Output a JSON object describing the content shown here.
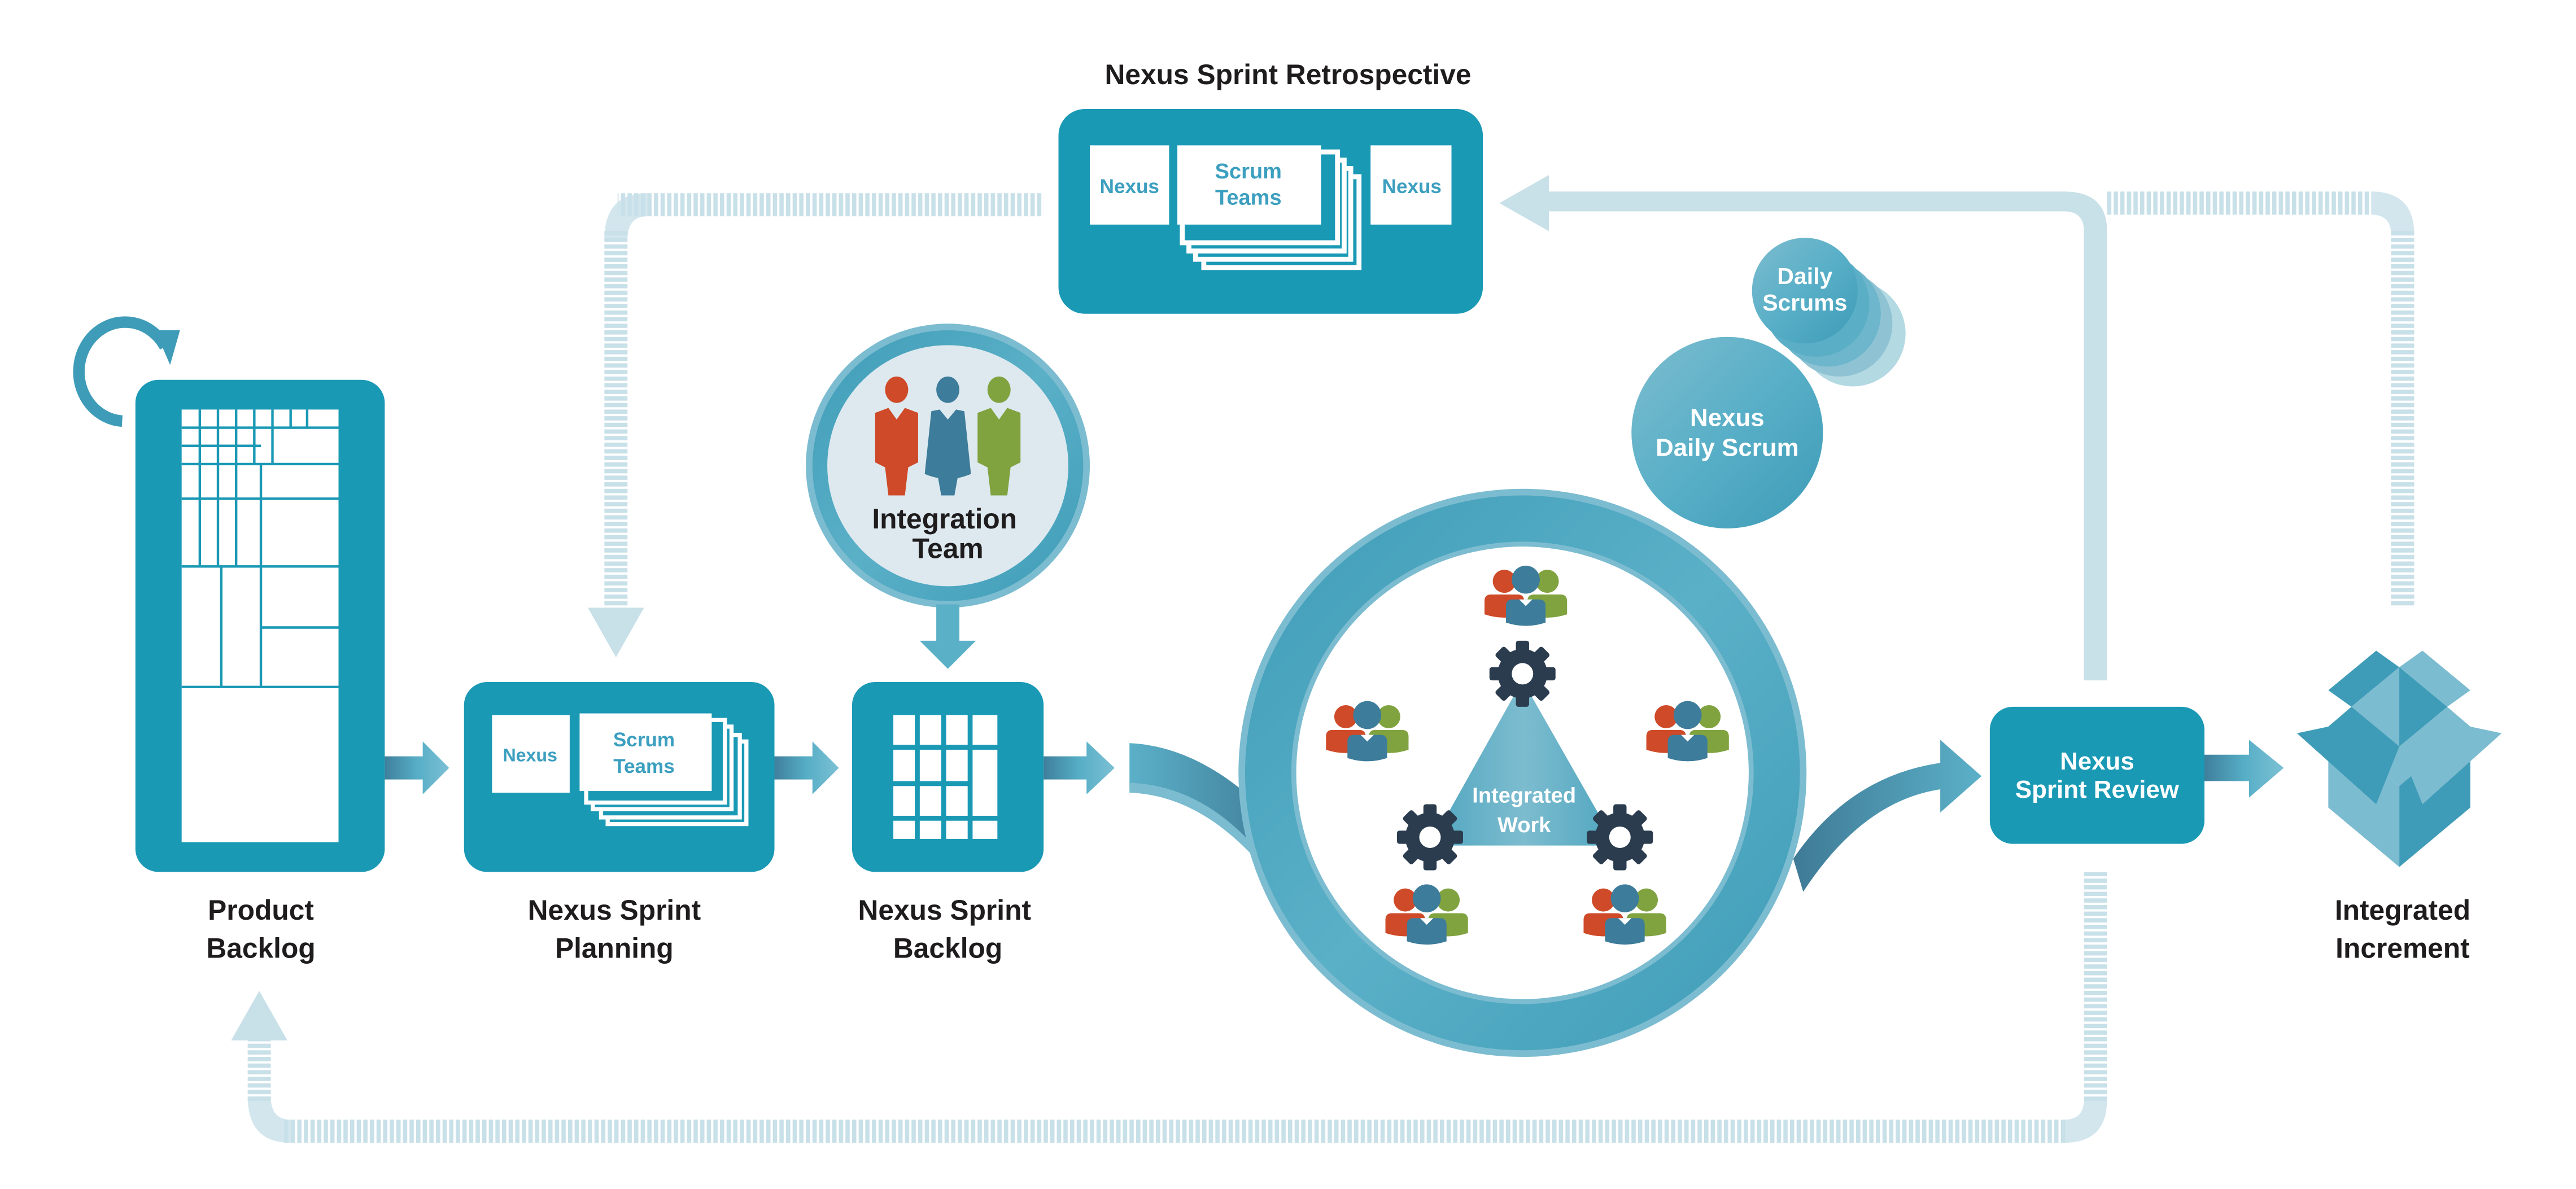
{
  "diagram": {
    "title": "Nexus Framework",
    "retrospective": {
      "title": "Nexus Sprint Retrospective",
      "left_card": "Nexus",
      "middle_card_line1": "Scrum",
      "middle_card_line2": "Teams",
      "right_card": "Nexus"
    },
    "product_backlog": {
      "line1": "Product",
      "line2": "Backlog"
    },
    "sprint_planning": {
      "line1": "Nexus Sprint",
      "line2": "Planning",
      "card_nexus": "Nexus",
      "card_scrum_line1": "Scrum",
      "card_scrum_line2": "Teams"
    },
    "sprint_backlog": {
      "line1": "Nexus Sprint",
      "line2": "Backlog"
    },
    "integration_team": {
      "line1": "Integration",
      "line2": "Team"
    },
    "integrated_work": {
      "line1": "Integrated",
      "line2": "Work"
    },
    "daily_scrums": {
      "line1": "Daily",
      "line2": "Scrums"
    },
    "nexus_daily_scrum": {
      "line1": "Nexus",
      "line2": "Daily Scrum"
    },
    "sprint_review": {
      "line1": "Nexus",
      "line2": "Sprint Review"
    },
    "integrated_increment": {
      "line1": "Integrated",
      "line2": "Increment"
    },
    "colors": {
      "teal": "#1a99b5",
      "teal_light": "#5bb0c8",
      "pale": "#c8e0e8",
      "red": "#cf4a28",
      "blue": "#3d7c9a",
      "green": "#80a340",
      "gear": "#2a3c4e",
      "text": "#1f1c1d"
    }
  }
}
